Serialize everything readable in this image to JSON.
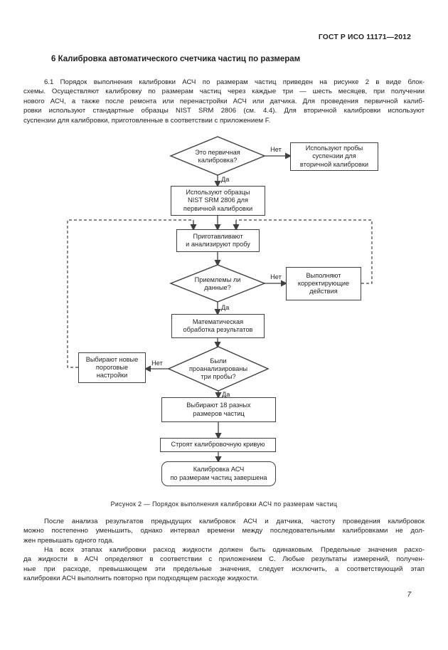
{
  "header": {
    "doc_code": "ГОСТ Р ИСО 11171—2012"
  },
  "section": {
    "title": "6 Калибровка автоматического счетчика частиц по размерам"
  },
  "para_61": {
    "lines": [
      "6.1 Порядок выполнения калибровки АСЧ по размерам частиц приведен на рисунке 2 в виде блок-",
      "схемы. Осуществляют калибровку по размерам частиц через каждые три — шесть месяцев, при получении",
      "нового АСЧ, а также после ремонта или перенастройки АСЧ или датчика. Для проведения первичной калиб-",
      "ровки используют стандартные образцы NIST SRM 2806 (см. 4.4). Для вторичной калибровки используют",
      "суспензии для калибровки, приготовленные в соответствии с приложением F."
    ]
  },
  "figure": {
    "caption": "Рисунок 2 — Порядок выполнения калибровки АСЧ по размерам частиц",
    "labels": {
      "yes": "Да",
      "no": "Нет"
    },
    "nodes": {
      "decision_primary": "Это первичная\nкалибровка?",
      "secondary_samples": "Используют пробы\nсуспензии для\nвторичной калибровки",
      "primary_samples": "Используют образцы\nNIST SRM 2806 для\nпервичной калибровки",
      "prepare_sample": "Приготавливают\nи анализируют пробу",
      "decision_data_ok": "Приемлемы ли\nданные?",
      "corrective_actions": "Выполняют\nкорректирующие\nдействия",
      "math_processing": "Математическая\nобработка результатов",
      "decision_three_samples": "Были\nпроанализированы\nтри пробы?",
      "new_thresholds": "Выбирают новые\nпороговые\nнастройки",
      "pick_sizes": "Выбирают 18 разных\nразмеров частиц",
      "build_curve": "Строят калибровочную кривую",
      "calibration_done": "Калибровка АСЧ\nпо размерам частиц завершена"
    }
  },
  "para_after_1": {
    "lines": [
      "После анализа результатов предыдущих калибровок АСЧ и датчика, частоту проведения калибровок",
      "можно постепенно уменьшить, однако интервал времени между последовательными калибровками не дол-",
      "жен превышать одного года."
    ]
  },
  "para_after_2": {
    "lines": [
      "На всех этапах калибровки расход жидкости должен быть одинаковым. Предельные значения расхо-",
      "да жидкости в АСЧ определяют в соответствии с приложением С. Любые результаты измерений, получен-",
      "ные при расходе, превышающем эти предельные значения, следует исключить, а соответствующий этап",
      "калибровки АСЧ выполнить повторно при подходящем расходе жидкости."
    ]
  },
  "footer": {
    "page_number": "7"
  },
  "colors": {
    "text": "#1f1f1f",
    "line": "#3f3f3f",
    "background": "#ffffff"
  }
}
